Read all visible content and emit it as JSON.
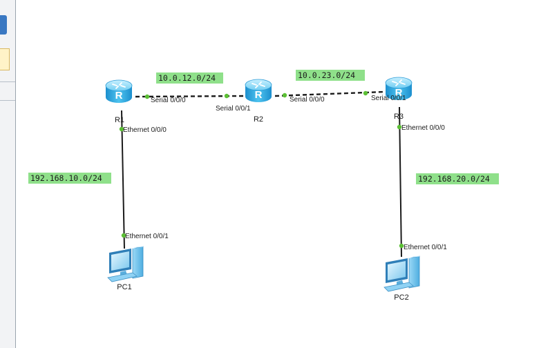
{
  "routers": [
    {
      "id": "R1",
      "label": "R1"
    },
    {
      "id": "R2",
      "label": "R2"
    },
    {
      "id": "R3",
      "label": "R3"
    }
  ],
  "pcs": [
    {
      "id": "PC1",
      "label": "PC1"
    },
    {
      "id": "PC2",
      "label": "PC2"
    }
  ],
  "ports": {
    "r1_s000": "Serial 0/0/0",
    "r2_s001": "Serial 0/0/1",
    "r2_s000": "Serial 0/0/0",
    "r3_s001": "Serial 0/0/1",
    "r1_e000": "Ethernet 0/0/0",
    "pc1_e001": "Ethernet 0/0/1",
    "r3_e000": "Ethernet 0/0/0",
    "pc2_e001": "Ethernet 0/0/1"
  },
  "networks": {
    "r1_r2": "10.0.12.0/24",
    "r2_r3": "10.0.23.0/24",
    "r1_pc1": "192.168.10.0/24",
    "r3_pc2": "192.168.20.0/24"
  },
  "colors": {
    "router_body": "#3cb3e6",
    "network_label_bg": "#8fe08a",
    "port_dot": "#5bbf34"
  },
  "icons": {
    "router": "router-icon",
    "pc": "pc-icon"
  }
}
